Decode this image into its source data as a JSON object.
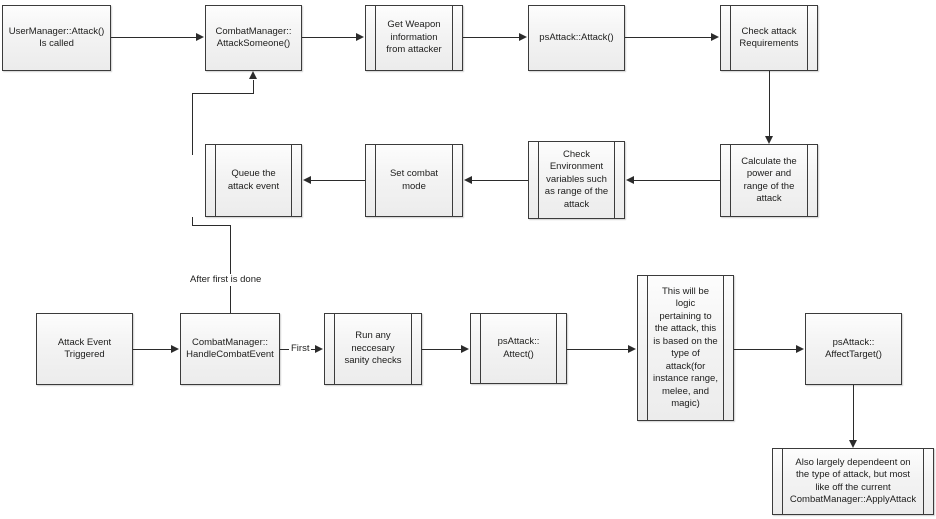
{
  "diagram": {
    "title": "Combat Attack Flowchart",
    "background_color": "#ffffff",
    "node_fill_color": "#f2f2f2",
    "node_border_color": "#3b3b3b",
    "connector_color": "#2b2b2b",
    "text_color": "#20201f"
  },
  "nodes": {
    "user_manager_attack": {
      "text": "UserManager::Attack()\nIs called",
      "shape": "process"
    },
    "combat_manager_attack_someone": {
      "text": "CombatManager::\nAttackSomeone()",
      "shape": "process"
    },
    "get_weapon_information": {
      "text": "Get Weapon\ninformation\nfrom attacker",
      "shape": "predefined-process"
    },
    "ps_attack_attack": {
      "text": "psAttack::Attack()",
      "shape": "process"
    },
    "check_attack_requirements": {
      "text": "Check attack\nRequirements",
      "shape": "predefined-process"
    },
    "calculate_power_and_range": {
      "text": "Calculate the\npower and\nrange of the\nattack",
      "shape": "predefined-process"
    },
    "check_environment_variables": {
      "text": "Check\nEnvironment\nvariables such\nas range of the\nattack",
      "shape": "predefined-process"
    },
    "set_combat_mode": {
      "text": "Set combat\nmode",
      "shape": "predefined-process"
    },
    "queue_the_attack_event": {
      "text": "Queue the\nattack event",
      "shape": "predefined-process"
    },
    "attack_event_triggered": {
      "text": "Attack Event\nTriggered",
      "shape": "process"
    },
    "combat_manager_handle_combat_event": {
      "text": "CombatManager::\nHandleCombatEvent",
      "shape": "process"
    },
    "run_sanity_checks": {
      "text": "Run any\nneccesary\nsanity checks",
      "shape": "predefined-process"
    },
    "ps_attack_attect": {
      "text": "psAttack::\nAttect()",
      "shape": "predefined-process"
    },
    "attack_type_logic": {
      "text": "This will be\nlogic\npertaining to\nthe attack, this\nis based on the\ntype of\nattack(for\ninstance range,\nmelee, and\nmagic)",
      "shape": "predefined-process"
    },
    "ps_attack_affect_target": {
      "text": "psAttack::\nAffectTarget()",
      "shape": "process"
    },
    "apply_attack_note": {
      "text": "Also largely dependeent on\nthe type of attack, but most\nlike off the current\nCombatManager::ApplyAttack",
      "shape": "predefined-process"
    }
  },
  "edge_labels": {
    "after_first_is_done": "After first is done",
    "first": "First"
  }
}
